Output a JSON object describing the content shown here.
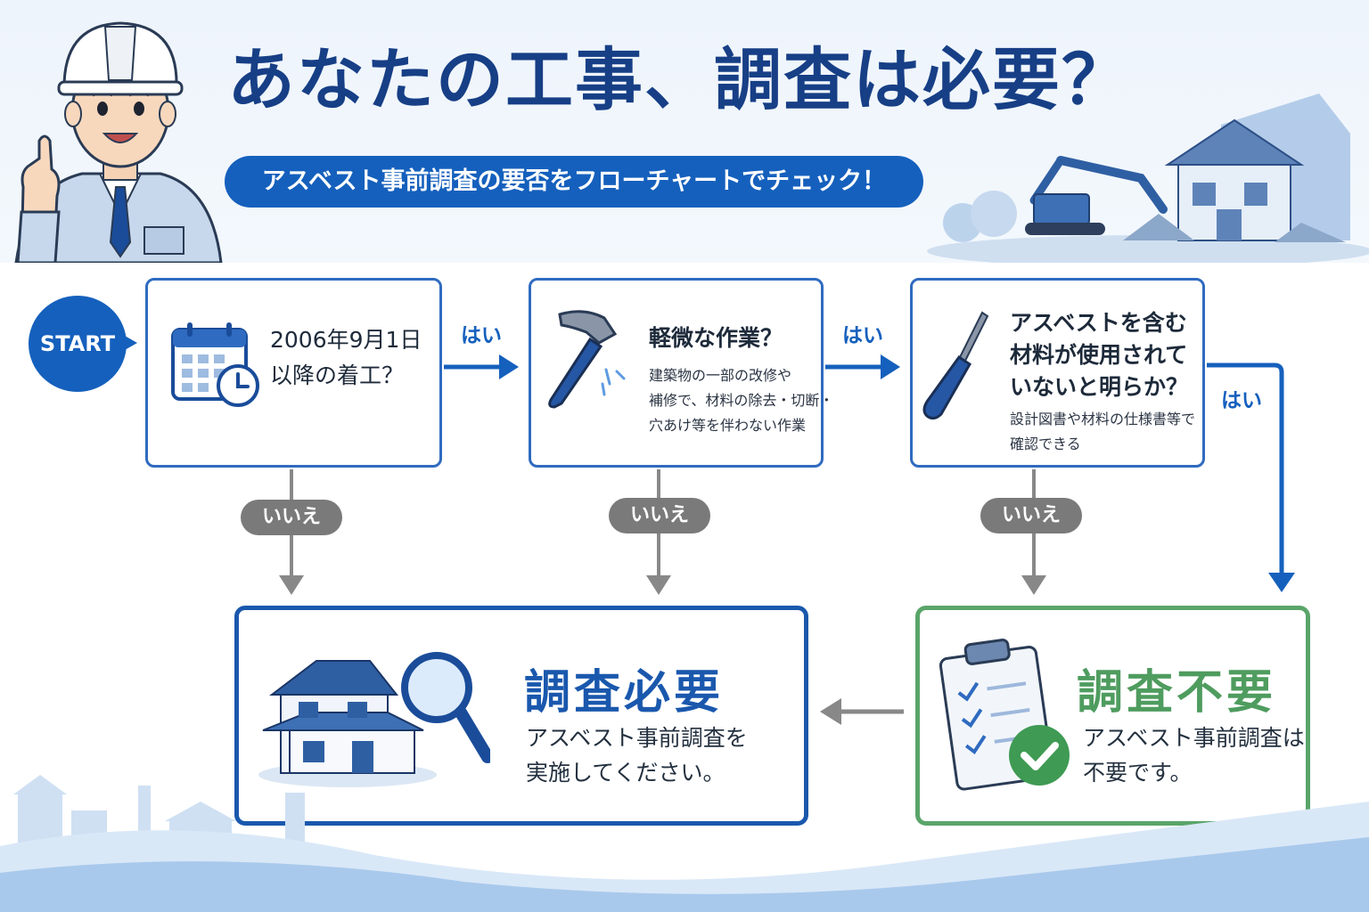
{
  "header": {
    "title": "あなたの工事、調査は必要？",
    "subtitle": "アスベスト事前調査の要否をフローチャートでチェック！"
  },
  "flow": {
    "start_label": "START",
    "q1": {
      "line1": "2006年9月1日",
      "line2": "以降の着工？"
    },
    "q2": {
      "title": "軽微な作業？",
      "note1": "建築物の一部の改修や",
      "note2": "補修で、材料の除去・切断・",
      "note3": "穴あけ等を伴わない作業"
    },
    "q3": {
      "line1": "アスベストを含む",
      "line2": "材料が使用されて",
      "line3": "いないと明らか？",
      "note1": "設計図書や材料の仕様書等で",
      "note2": "確認できる"
    },
    "yes_label": "はい",
    "no_label": "いいえ"
  },
  "results": {
    "required": {
      "title": "調査必要",
      "text1": "アスベスト事前調査を",
      "text2": "実施してください。"
    },
    "not_required": {
      "title": "調査不要",
      "text1": "アスベスト事前調査は",
      "text2": "不要です。"
    }
  },
  "colors": {
    "primary": "#1560bd",
    "title": "#173f86",
    "no_gray": "#7a7a7a",
    "green": "#5aa56a"
  }
}
